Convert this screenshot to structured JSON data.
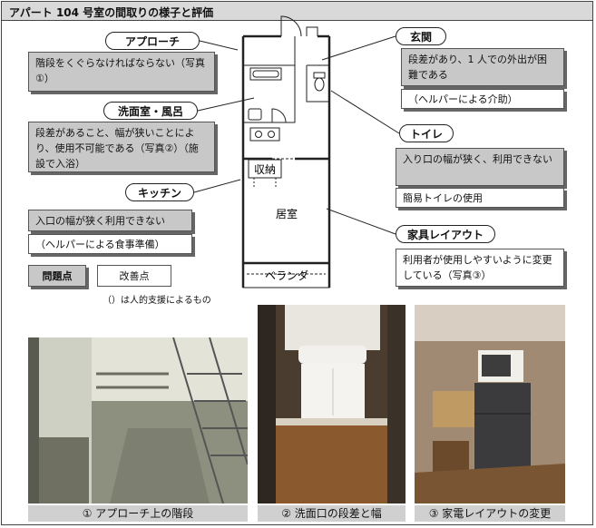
{
  "title": "アパート 104 号室の間取りの様子と評価",
  "sections": {
    "approach": {
      "label": "アプローチ",
      "problem": "階段をくぐらなければならない（写真①）"
    },
    "washroom": {
      "label": "洗面室・風呂",
      "problem": "段差があること、幅が狭いことにより、使用不可能である（写真②）（施設で入浴）"
    },
    "kitchen": {
      "label": "キッチン",
      "problem": "入口の幅が狭く利用できない",
      "improvement": "（ヘルパーによる食事準備）"
    },
    "entrance": {
      "label": "玄関",
      "problem": "段差があり、1 人での外出が困難である",
      "improvement": "（ヘルパーによる介助）"
    },
    "toilet": {
      "label": "トイレ",
      "problem": "入り口の幅が狭く、利用できない",
      "improvement": "簡易トイレの使用"
    },
    "furniture": {
      "label": "家具レイアウト",
      "improvement": "利用者が使用しやすいように変更している（写真③）"
    }
  },
  "legend": {
    "problem": "問題点",
    "improvement": "改善点",
    "note": "（）は人的支援によるもの"
  },
  "floorplan": {
    "kitchen_label": "収納",
    "room_label": "居室",
    "veranda_label": "ベランダ"
  },
  "photos": [
    {
      "caption": "① アプローチ上の階段"
    },
    {
      "caption": "② 洗面口の段差と幅"
    },
    {
      "caption": "③ 家電レイアウトの変更"
    }
  ],
  "colors": {
    "problem_fill": "#c8c8c8",
    "improvement_fill": "#ffffff",
    "titlebar": "#d9d9d9"
  }
}
